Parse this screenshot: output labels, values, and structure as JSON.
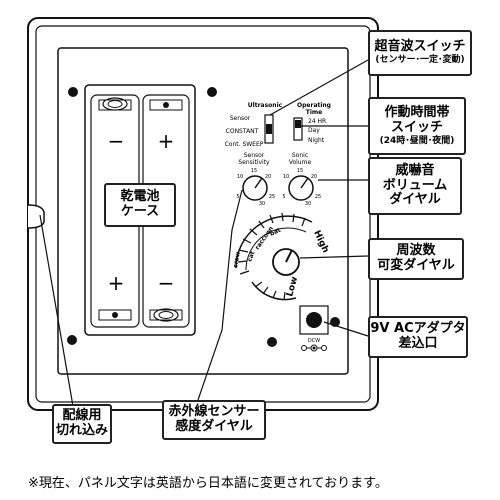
{
  "callouts": {
    "ultrasonic_switch": {
      "title": "超音波スイッチ",
      "sub": "(センサー･一定･変動)"
    },
    "operating_time_switch": {
      "line1": "作動時間帯",
      "line2": "スイッチ",
      "sub": "(24時･昼間･夜間)"
    },
    "battery_case": {
      "line1": "乾電池",
      "line2": "ケース"
    },
    "threat_volume": {
      "line1": "威嚇音",
      "line2": "ボリューム",
      "line3": "ダイヤル"
    },
    "frequency_dial": {
      "line1": "周波数",
      "line2": "可変ダイヤル"
    },
    "ac_adapter": {
      "line1": "9V ACアダプタ",
      "line2": "差込口"
    },
    "wiring_notch": {
      "line1": "配線用",
      "line2": "切れ込み"
    },
    "ir_sensor_dial": {
      "line1": "赤外線センサー",
      "line2": "感度ダイヤル"
    }
  },
  "panel": {
    "ultrasonic_header": "Ultrasonic",
    "operating_header": "Operating",
    "operating_header2": "Time",
    "sensor": "Sensor",
    "constant": "CONSTANT",
    "cont_sweep": "Cont. SWEEP",
    "hr24": "24 HR",
    "day": "Day",
    "night": "Night",
    "sensor_sensitivity": "Sensor",
    "sensor_sensitivity2": "Sensitivity",
    "sonic_volume": "Sonic",
    "sonic_volume2": "Volume",
    "dial_ticks": [
      "15",
      "20",
      "10",
      "25",
      "5",
      "30"
    ],
    "high": "High",
    "low": "Low",
    "arc_words": [
      "crow",
      "cat",
      "raccoon",
      "bat"
    ],
    "dcw": "DCW",
    "minus": "−",
    "plus": "+"
  },
  "footnote": "※現在、パネル文字は英語から日本語に変更されております。"
}
